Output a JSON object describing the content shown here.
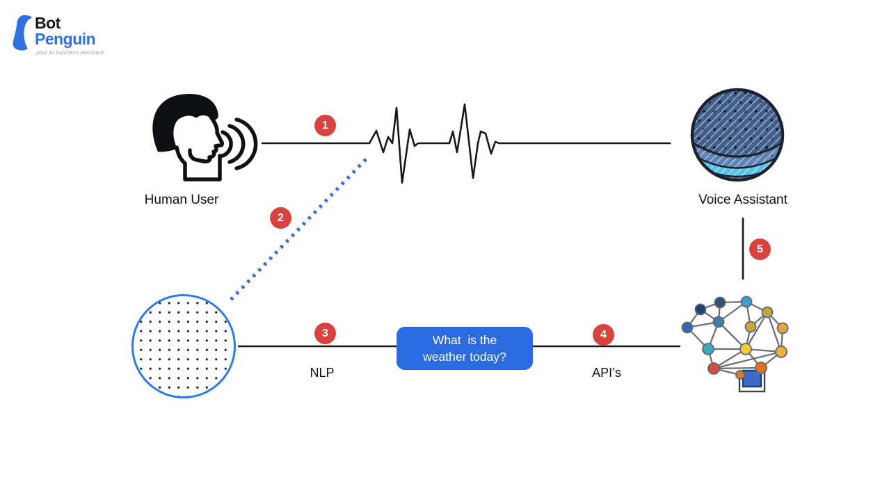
{
  "brand": {
    "name_bot": "Bot",
    "name_penguin": "Penguin",
    "tagline": "your AI business assistant",
    "colors": {
      "bot_text": "#15171b",
      "penguin_text": "#2f6fe0"
    }
  },
  "diagram": {
    "human_user_label": "Human User",
    "voice_assistant_label": "Voice Assistant",
    "nlp_label": "NLP",
    "apis_label": "API’s",
    "steps": [
      "1",
      "2",
      "3",
      "4",
      "5"
    ],
    "bubble": {
      "line1": "What  is the",
      "line2": "weather today?"
    },
    "colors": {
      "step_badge_bg": "#d8433f",
      "bubble_bg": "#2b6ae0",
      "dotted_line": "#2e6fe0",
      "dotted_circle_border": "#2e7ae2",
      "connector_line": "#15171a"
    }
  },
  "icons": {
    "logo": "penguin-icon",
    "human": "speaking-head-icon",
    "speech": "waveform-icon",
    "assistant": "smart-speaker-icon",
    "nlp_stage": "dotted-circle-icon",
    "processing": "neural-brain-icon"
  }
}
